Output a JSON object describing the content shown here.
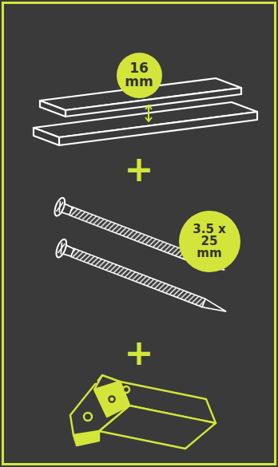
{
  "diagram": {
    "nodes": [
      {
        "text": [
          "16 mm"
        ]
      },
      {
        "text": [
          "3.5 x 25 mm"
        ]
      }
    ],
    "labels": [
      "+",
      "+"
    ]
  }
}
